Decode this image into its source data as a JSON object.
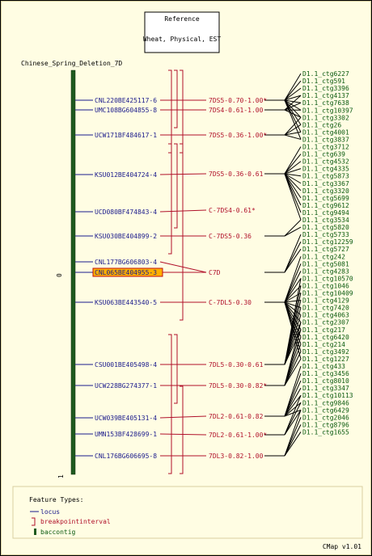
{
  "reference": {
    "title": "Reference",
    "subtitle": "Wheat, Physical, EST"
  },
  "map_title": "Chinese_Spring_Deletion_7D",
  "axis_labels": {
    "top": "0",
    "bottom": "1"
  },
  "colors": {
    "locus": "#1a1a8c",
    "interval": "#b0102a",
    "contig": "#0a5a10",
    "bar": "#1f5a1f",
    "highlight": "#ffb000"
  },
  "loci": [
    {
      "label": "CNL220BE425117-6",
      "interval": 0
    },
    {
      "label": "UMC108BG604855-8",
      "interval": 1
    },
    {
      "label": "UCW171BF484617-1",
      "interval": 2
    },
    {
      "label": "KSU012BE404724-4",
      "interval": 3
    },
    {
      "label": "UCD080BF474843-4",
      "interval": 4
    },
    {
      "label": "KSU030BE404899-2",
      "interval": 5
    },
    {
      "label": "CNL177BG606803-4",
      "interval": 6
    },
    {
      "label": "CNL065BE404955-3",
      "interval": 6,
      "highlight": true
    },
    {
      "label": "KSU063BE443540-5",
      "interval": 7
    },
    {
      "label": "CSU001BE405498-4",
      "interval": 8
    },
    {
      "label": "UCW228BG274377-1",
      "interval": 9
    },
    {
      "label": "UCW039BE405131-4",
      "interval": 10
    },
    {
      "label": "UMN153BF428699-1",
      "interval": 11
    },
    {
      "label": "CNL176BG606695-8",
      "interval": 12
    }
  ],
  "intervals": [
    "7DS5-0.70-1.00*",
    "7DS4-0.61-1.00",
    "7DS5-0.36-1.00*",
    "7DS5-0.36-0.61",
    "C-7DS4-0.61*",
    "C-7DS5-0.36",
    "C7D",
    "C-7DL5-0.30",
    "7DL5-0.30-0.61",
    "7DL5-0.30-0.82*",
    "7DL2-0.61-0.82",
    "7DL2-0.61-1.00*",
    "7DL3-0.82-1.00"
  ],
  "contigs": [
    "D1.1_ctg6227",
    "D1.1_ctg591",
    "D1.1_ctg3396",
    "D1.1_ctg4137",
    "D1.1_ctg7638",
    "D1.1_ctg10397",
    "D1.1_ctg3302",
    "D1.1_ctg26",
    "D1.1_ctg4001",
    "D1.1_ctg3837",
    "D1.1_ctg3712",
    "D1.1_ctg639",
    "D1.1_ctg4532",
    "D1.1_ctg4335",
    "D1.1_ctg5873",
    "D1.1_ctg3367",
    "D1.1_ctg3320",
    "D1.1_ctg5699",
    "D1.1_ctg9612",
    "D1.1_ctg9494",
    "D1.1_ctg3534",
    "D1.1_ctg5820",
    "D1.1_ctg5733",
    "D1.1_ctg12259",
    "D1.1_ctg5727",
    "D1.1_ctg242",
    "D1.1_ctg5081",
    "D1.1_ctg4283",
    "D1.1_ctg10570",
    "D1.1_ctg1046",
    "D1.1_ctg10409",
    "D1.1_ctg4129",
    "D1.1_ctg7420",
    "D1.1_ctg4063",
    "D1.1_ctg2307",
    "D1.1_ctg217",
    "D1.1_ctg6420",
    "D1.1_ctg214",
    "D1.1_ctg3492",
    "D1.1_ctg1227",
    "D1.1_ctg433",
    "D1.1_ctg3456",
    "D1.1_ctg8010",
    "D1.1_ctg3347",
    "D1.1_ctg10113",
    "D1.1_ctg9846",
    "D1.1_ctg6429",
    "D1.1_ctg2046",
    "D1.1_ctg8796",
    "D1.1_ctg1655"
  ],
  "hub_groups": [
    {
      "interval": 0,
      "from": 0,
      "to": 9
    },
    {
      "interval": 1,
      "from": 3,
      "to": 6
    },
    {
      "interval": 2,
      "from": 6,
      "to": 9
    },
    {
      "interval": 3,
      "from": 10,
      "to": 20
    },
    {
      "interval": 5,
      "from": 20,
      "to": 21
    },
    {
      "interval": 6,
      "from": 22,
      "to": 24
    },
    {
      "interval": 7,
      "from": 25,
      "to": 39
    },
    {
      "interval": 8,
      "from": 28,
      "to": 35
    },
    {
      "interval": 9,
      "from": 34,
      "to": 39
    },
    {
      "interval": 10,
      "from": 40,
      "to": 46
    },
    {
      "interval": 11,
      "from": 44,
      "to": 46
    },
    {
      "interval": 12,
      "from": 46,
      "to": 49
    }
  ],
  "brackets": [
    {
      "col": 0,
      "from": 0,
      "to": 2
    },
    {
      "col": 1,
      "from": 0,
      "to": 1
    },
    {
      "col": 2,
      "from": 0,
      "to": 2
    },
    {
      "col": 0,
      "from": 3,
      "to": 5
    },
    {
      "col": 1,
      "from": 3,
      "to": 4
    },
    {
      "col": 2,
      "from": 3,
      "to": 7
    },
    {
      "col": 0,
      "from": 8,
      "to": 12
    },
    {
      "col": 1,
      "from": 8,
      "to": 9
    },
    {
      "col": 2,
      "from": 10,
      "to": 12
    }
  ],
  "legend": {
    "title": "Feature Types:",
    "items": [
      {
        "label": "locus",
        "kind": "locus"
      },
      {
        "label": "breakpointinterval",
        "kind": "interval"
      },
      {
        "label": "baccontig",
        "kind": "contig"
      }
    ]
  },
  "footer": "CMap v1.01"
}
